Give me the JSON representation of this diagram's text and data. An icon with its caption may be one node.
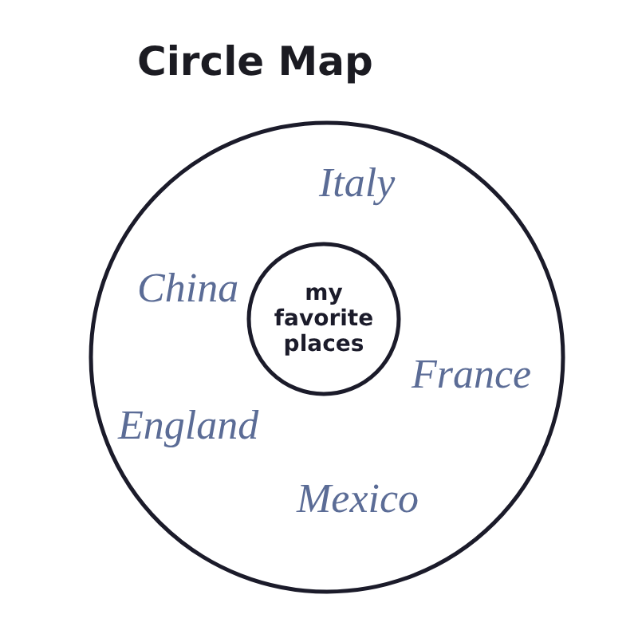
{
  "diagram": {
    "title": "Circle Map",
    "nodes": [
      {
        "text": [],
        "shape": "circle"
      },
      {
        "text": [
          "my favorite places"
        ],
        "in": 0
      }
    ],
    "labels": [
      "Italy",
      "China",
      "France",
      "England",
      "Mexico"
    ]
  }
}
